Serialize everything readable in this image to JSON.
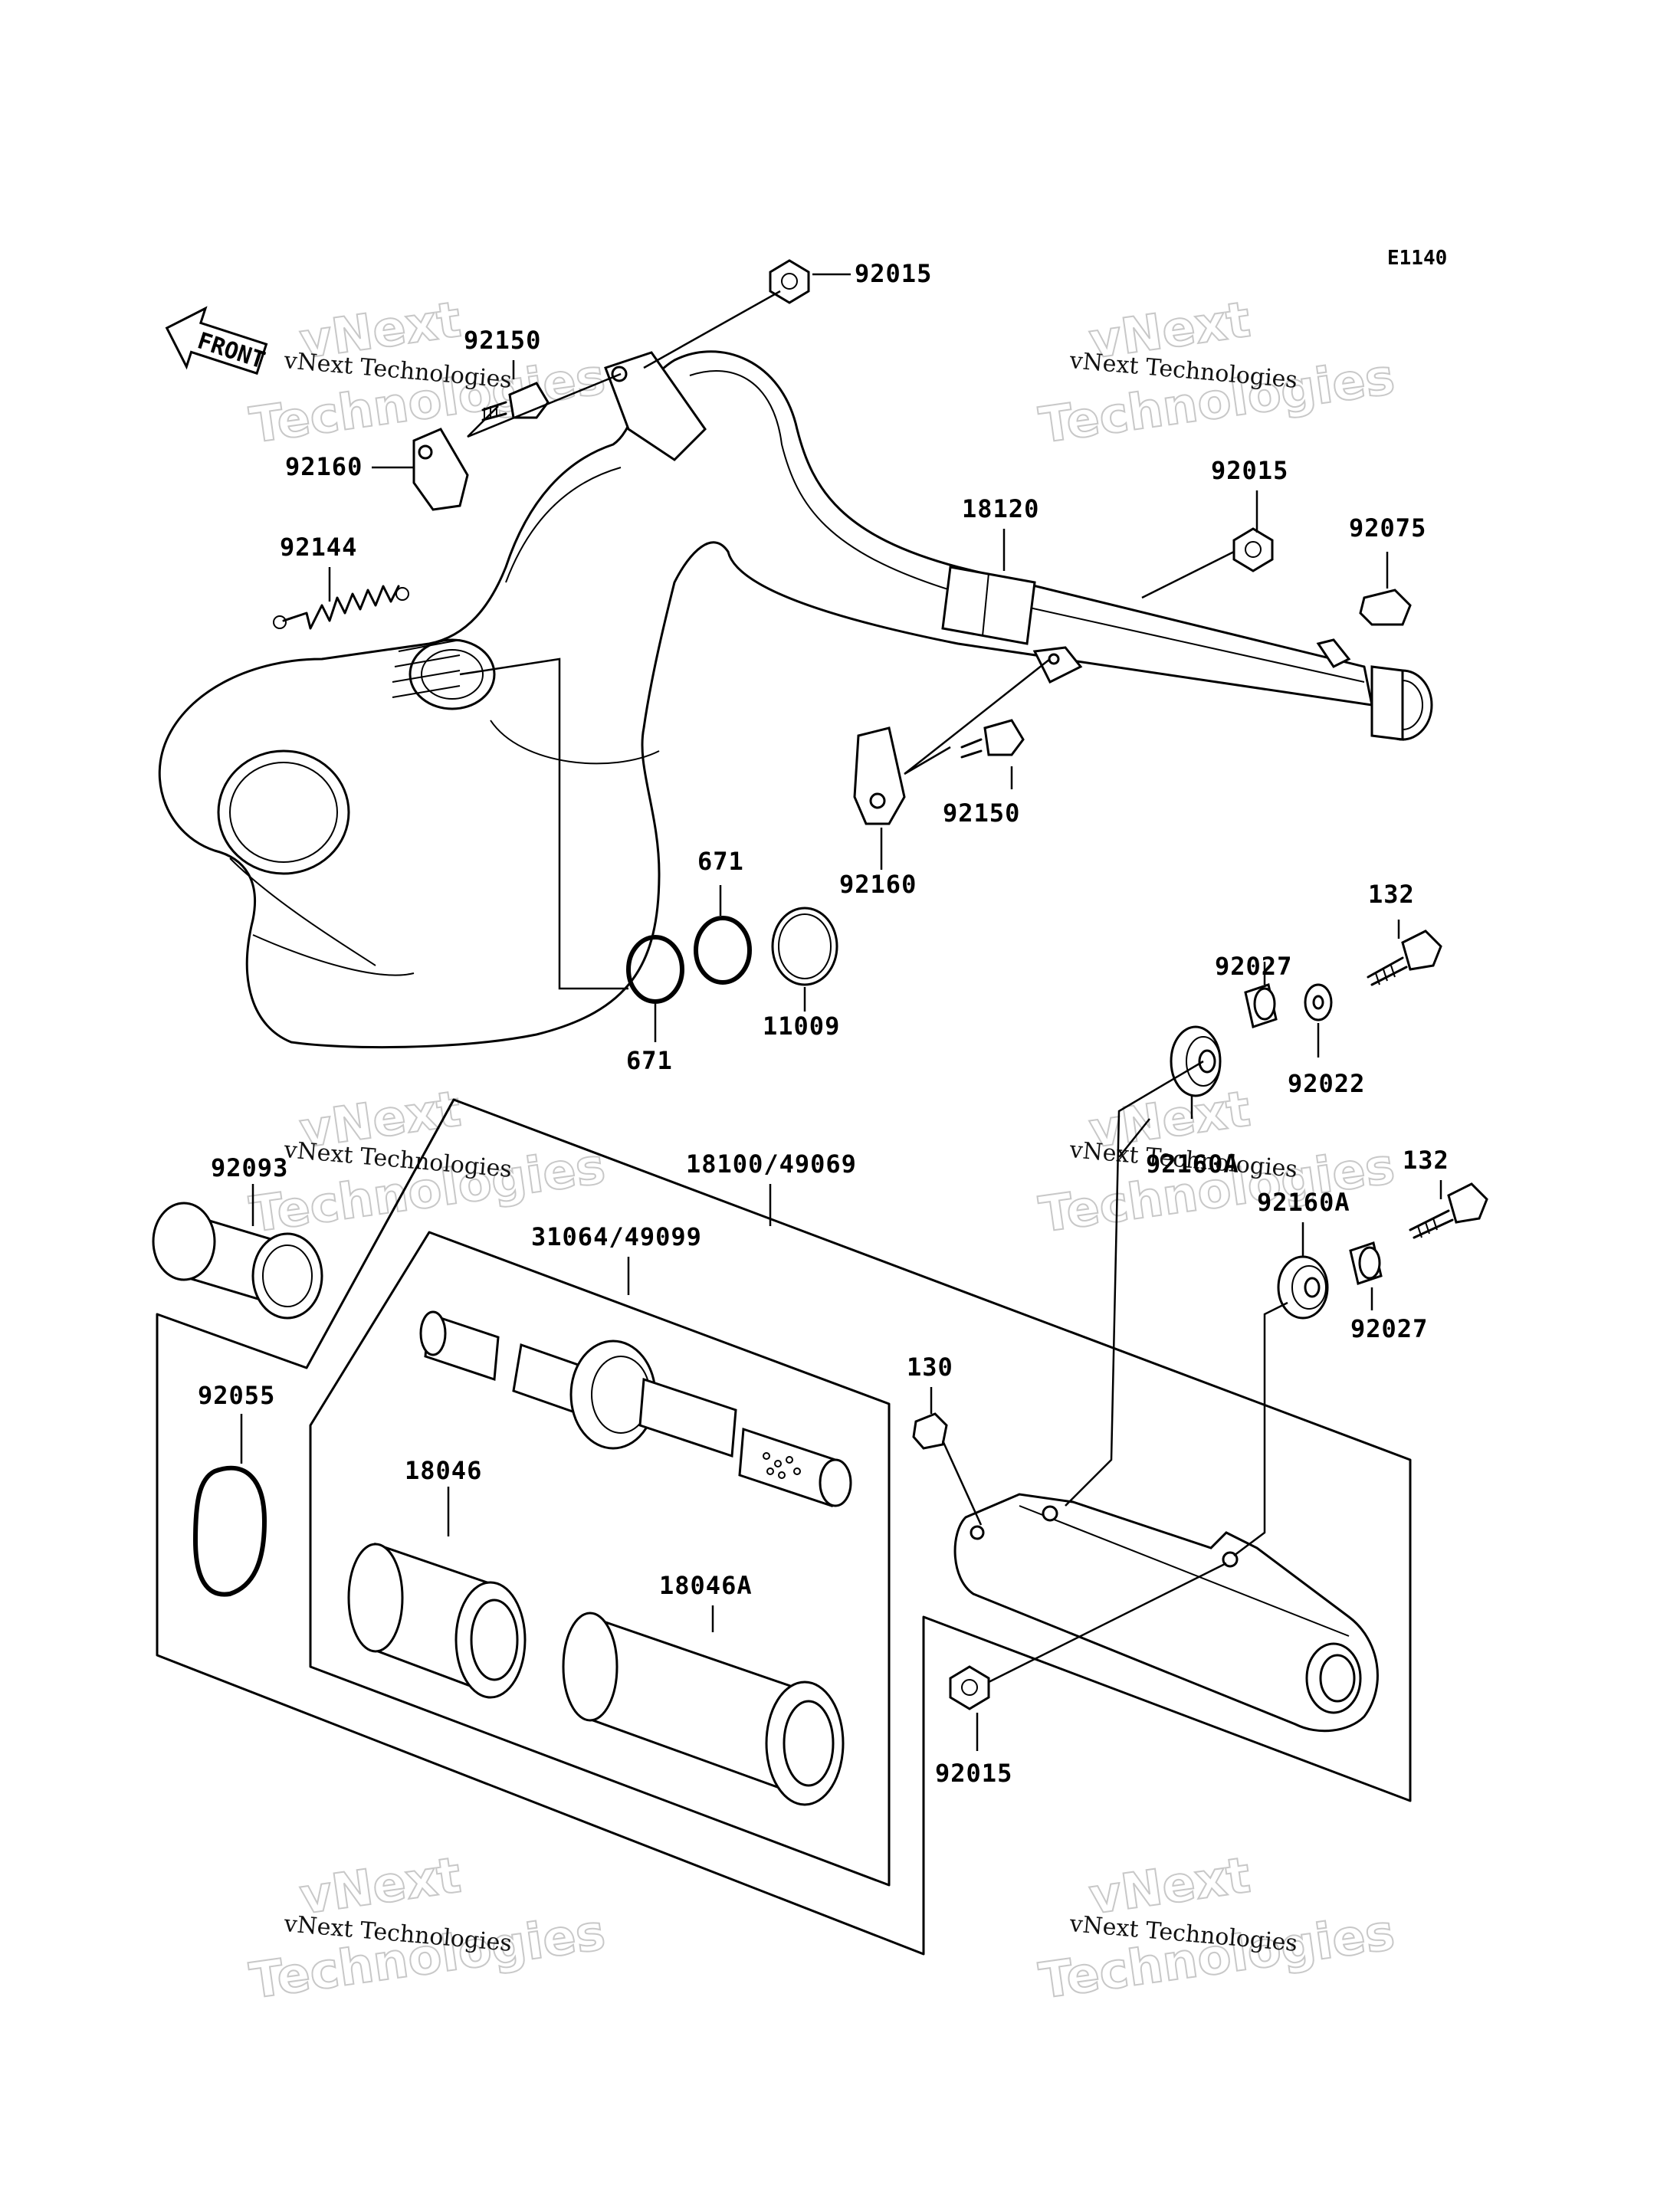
{
  "diagram_code": "E1140",
  "front_label": "FRONT",
  "watermark": {
    "line1": "vNext",
    "line2": "vNext Technologies",
    "line3": "Technologies"
  },
  "parts": [
    {
      "id": "p92015a",
      "number": "92015"
    },
    {
      "id": "p92150a",
      "number": "92150"
    },
    {
      "id": "p92160a",
      "number": "92160"
    },
    {
      "id": "p92144",
      "number": "92144"
    },
    {
      "id": "p18120",
      "number": "18120"
    },
    {
      "id": "p92015b",
      "number": "92015"
    },
    {
      "id": "p92075",
      "number": "92075"
    },
    {
      "id": "p92150b",
      "number": "92150"
    },
    {
      "id": "p92160b",
      "number": "92160"
    },
    {
      "id": "p671a",
      "number": "671"
    },
    {
      "id": "p671b",
      "number": "671"
    },
    {
      "id": "p11009",
      "number": "11009"
    },
    {
      "id": "p132a",
      "number": "132"
    },
    {
      "id": "p92027a",
      "number": "92027"
    },
    {
      "id": "p92022",
      "number": "92022"
    },
    {
      "id": "p92160A_a",
      "number": "92160A"
    },
    {
      "id": "p132b",
      "number": "132"
    },
    {
      "id": "p92160A_b",
      "number": "92160A"
    },
    {
      "id": "p92027b",
      "number": "92027"
    },
    {
      "id": "p92093",
      "number": "92093"
    },
    {
      "id": "p18100",
      "number": "18100/49069"
    },
    {
      "id": "p31064",
      "number": "31064/49099"
    },
    {
      "id": "p92055",
      "number": "92055"
    },
    {
      "id": "p18046",
      "number": "18046"
    },
    {
      "id": "p18046A",
      "number": "18046A"
    },
    {
      "id": "p130",
      "number": "130"
    },
    {
      "id": "p92015c",
      "number": "92015"
    }
  ]
}
